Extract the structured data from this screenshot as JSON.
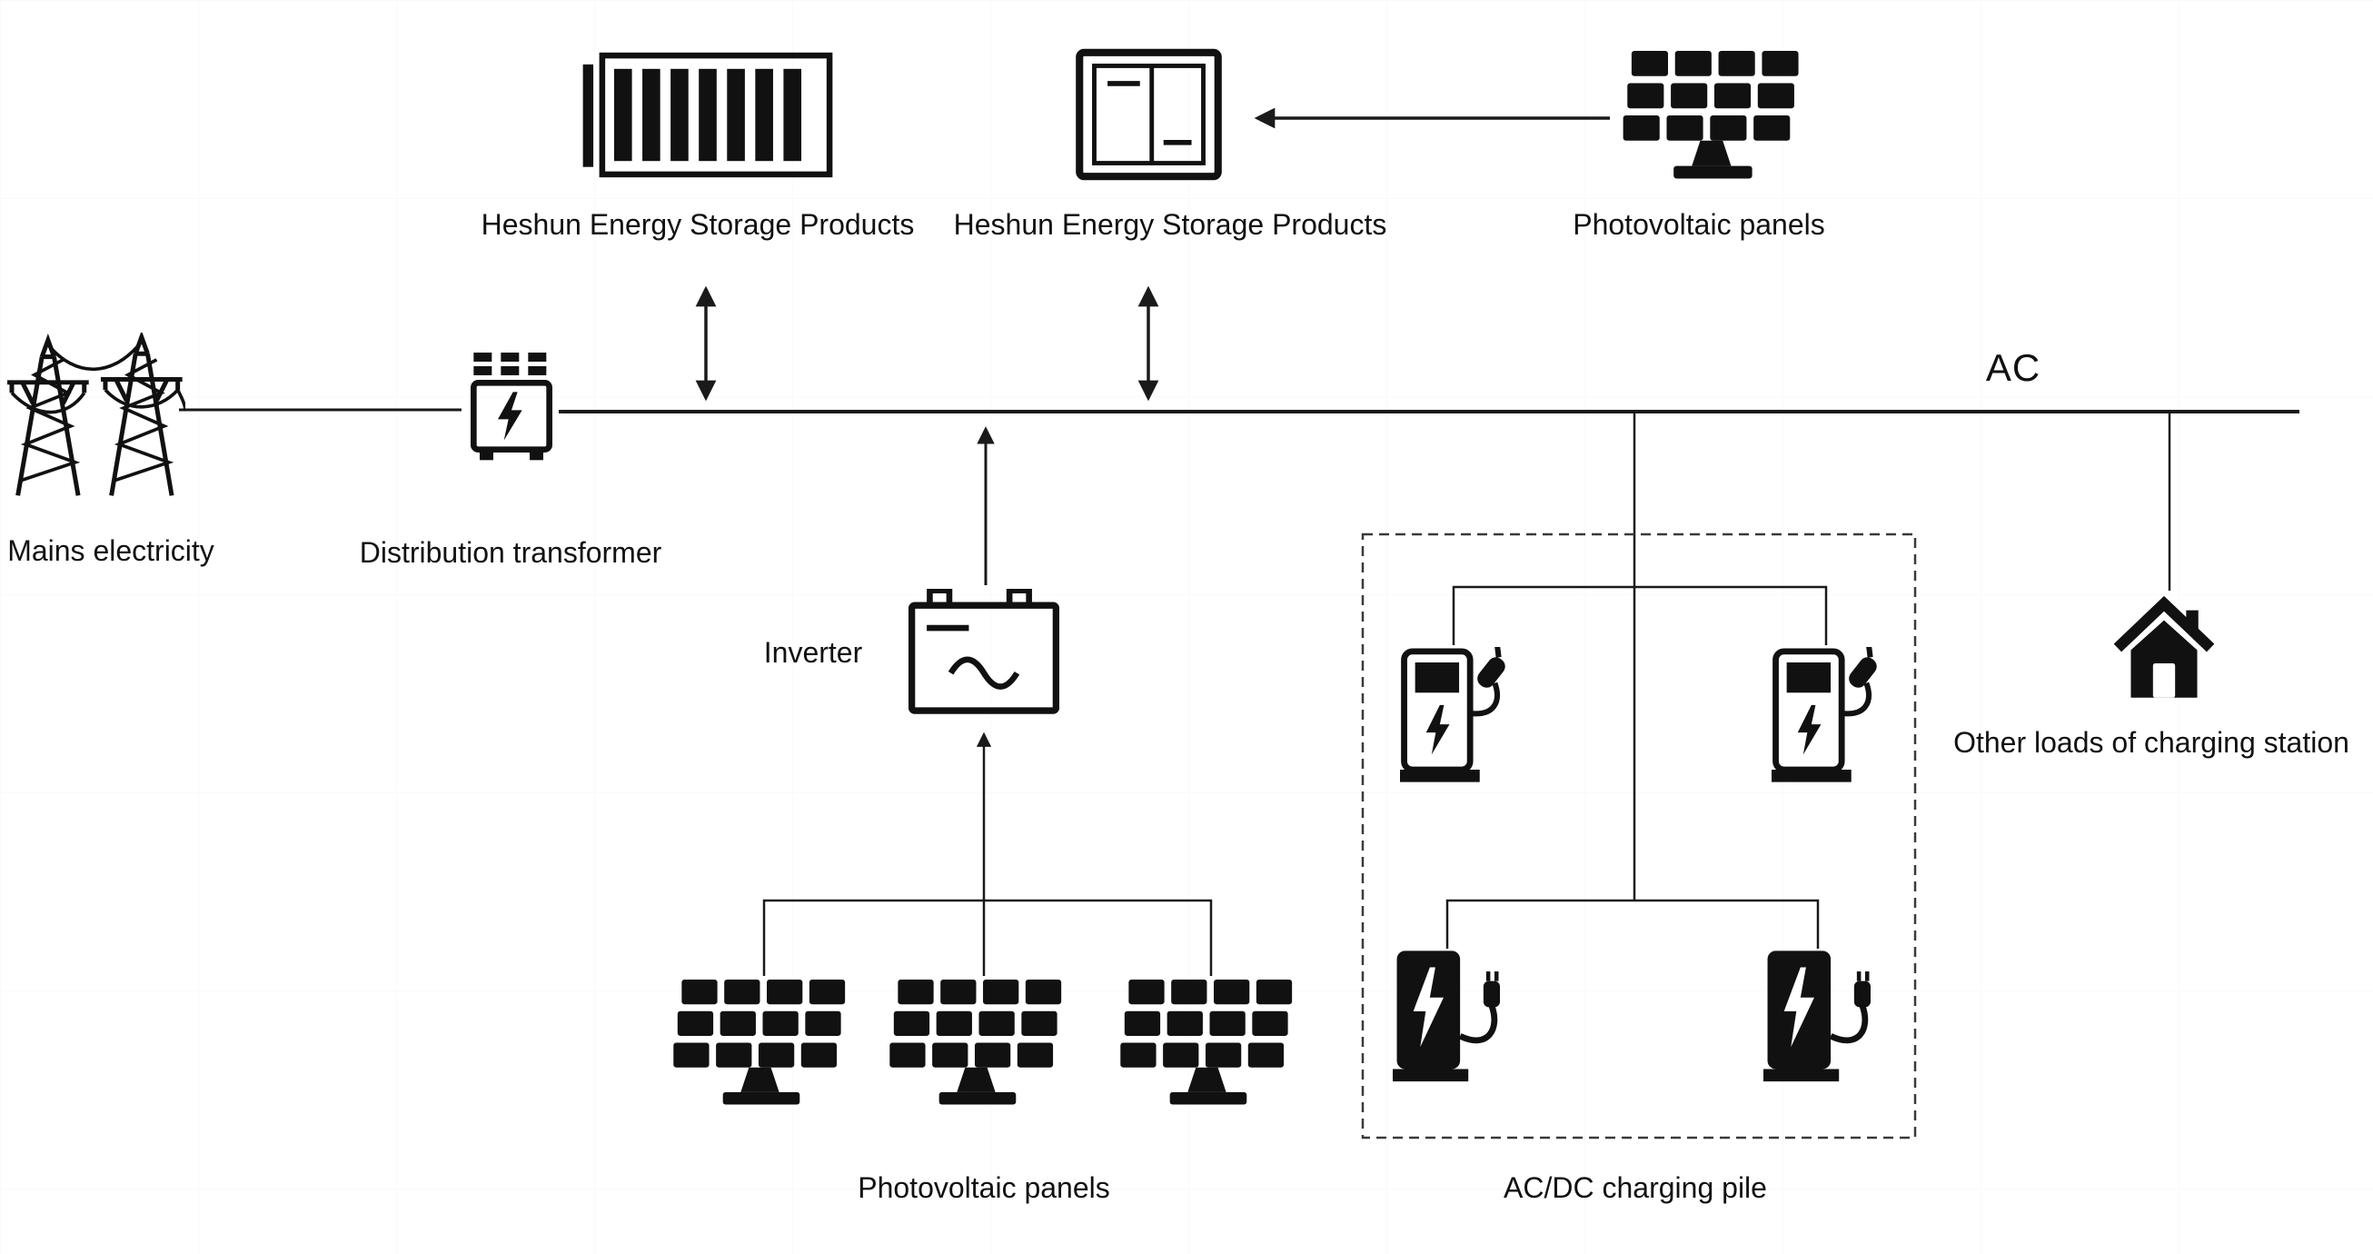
{
  "diagram": {
    "type": "energy-microgrid-single-line-diagram",
    "bus_label": "AC",
    "nodes": {
      "storage_container": {
        "label": "Heshun Energy Storage Products",
        "icon": "energy-storage-container-icon"
      },
      "storage_cabinet": {
        "label": "Heshun Energy Storage Products",
        "icon": "energy-storage-cabinet-icon"
      },
      "pv_top": {
        "label": "Photovoltaic panels",
        "icon": "solar-panel-icon"
      },
      "mains": {
        "label": "Mains electricity",
        "icon": "transmission-towers-icon"
      },
      "transformer": {
        "label": "Distribution transformer",
        "icon": "transformer-icon"
      },
      "inverter": {
        "label": "Inverter",
        "icon": "inverter-icon"
      },
      "pv_bottom": {
        "label": "Photovoltaic panels",
        "icon": "solar-panel-icon"
      },
      "charging_piles": {
        "label": "AC/DC charging pile",
        "icon": "ev-charger-icon"
      },
      "other_loads": {
        "label": "Other loads of charging station",
        "icon": "house-icon"
      }
    },
    "connections": [
      {
        "from": "pv_top",
        "to": "storage_cabinet",
        "style": "arrow"
      },
      {
        "from": "storage_container",
        "to": "ac_bus",
        "style": "double-arrow"
      },
      {
        "from": "storage_cabinet",
        "to": "ac_bus",
        "style": "double-arrow"
      },
      {
        "from": "mains",
        "to": "transformer",
        "style": "line"
      },
      {
        "from": "transformer",
        "to": "ac_bus",
        "style": "line"
      },
      {
        "from": "pv_bottom",
        "to": "inverter",
        "style": "arrow"
      },
      {
        "from": "inverter",
        "to": "ac_bus",
        "style": "arrow"
      },
      {
        "from": "ac_bus",
        "to": "charging_piles",
        "style": "line"
      },
      {
        "from": "ac_bus",
        "to": "other_loads",
        "style": "line"
      }
    ],
    "groups": [
      {
        "name": "charging-pile-boundary",
        "style": "dashed-box",
        "contains": [
          "charging_piles"
        ]
      }
    ]
  },
  "colors": {
    "ink": "#111111",
    "line": "#1a1a1a",
    "background": "#ffffff",
    "dashed_box": "#3a3a3a"
  }
}
